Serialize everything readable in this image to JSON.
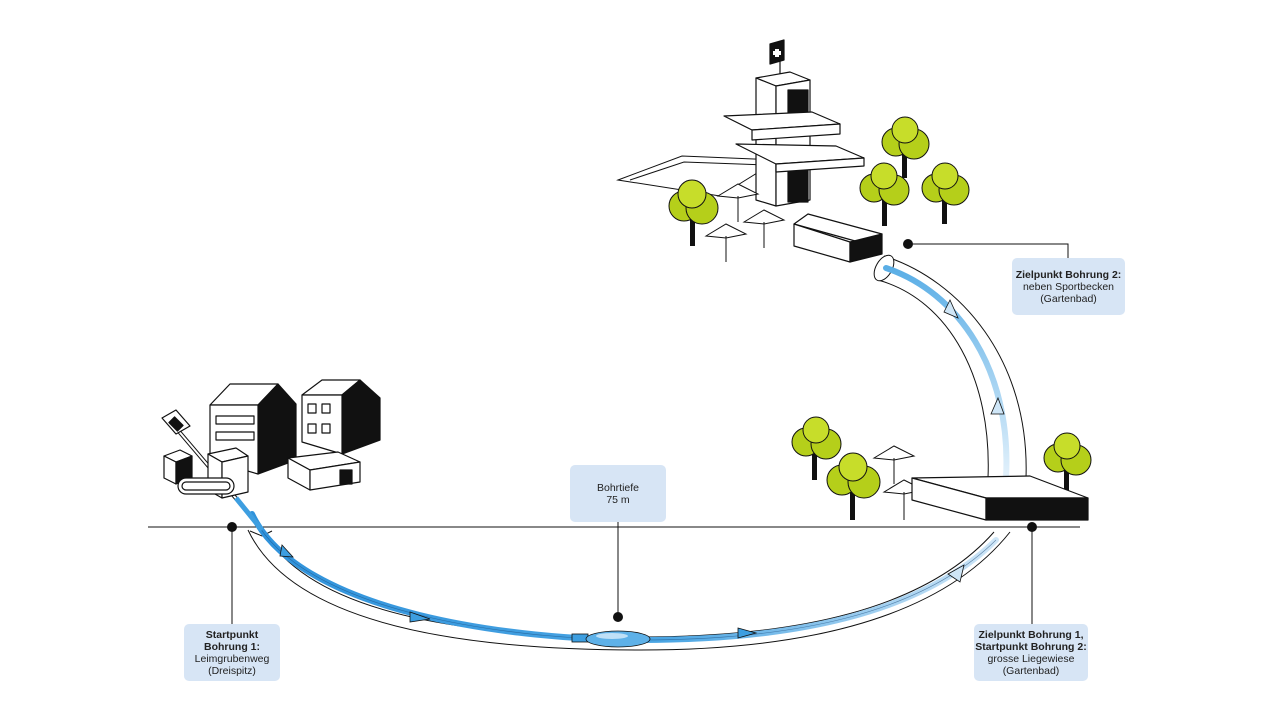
{
  "labels": {
    "start1": {
      "title_line1": "Startpunkt",
      "title_line2": "Bohrung 1:",
      "line1": "Leimgrubenweg",
      "line2": "(Dreispitz)"
    },
    "depth": {
      "line1": "Bohrtiefe",
      "line2": "75 m"
    },
    "mid": {
      "title_line1": "Zielpunkt Bohrung 1,",
      "title_line2": "Startpunkt Bohrung 2:",
      "line1": "grosse Liegewiese",
      "line2": "(Gartenbad)"
    },
    "target2": {
      "title_line1": "Zielpunkt Bohrung 2:",
      "line1": "neben Sportbecken",
      "line2": "(Gartenbad)"
    }
  },
  "colors": {
    "pipe_blue": "#3d9ee0",
    "pipe_light": "#b9dcf5",
    "label_bg": "#d7e5f5",
    "tree_green": "#b5cf1a",
    "line": "#111111"
  }
}
